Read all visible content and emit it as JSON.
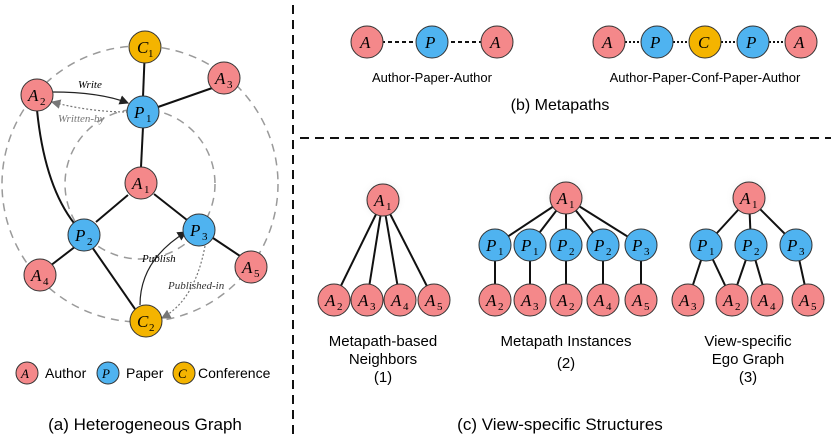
{
  "colors": {
    "author": "#f4888a",
    "paper": "#4fb3f0",
    "conference": "#f4b400",
    "stroke": "#333333",
    "dashed": "#999999"
  },
  "node_types": {
    "author": {
      "letter": "A"
    },
    "paper": {
      "letter": "P"
    },
    "conference": {
      "letter": "C"
    }
  },
  "hetero_graph": {
    "edge_write": "Write",
    "edge_written_by": "Written-by",
    "edge_publish": "Publish",
    "edge_published_in": "Published-in"
  },
  "legend": {
    "author": "Author",
    "paper": "Paper",
    "conference": "Conference"
  },
  "metapaths": {
    "apa": "Author-Paper-Author",
    "apcpa": "Author-Paper-Conf-Paper-Author"
  },
  "structures": {
    "neighbors_line1": "Metapath-based",
    "neighbors_line2": "Neighbors",
    "neighbors_num": "(1)",
    "instances": "Metapath Instances",
    "instances_num": "(2)",
    "ego_line1": "View-specific",
    "ego_line2": "Ego Graph",
    "ego_num": "(3)"
  },
  "captions": {
    "a": "(a) Heterogeneous Graph",
    "b": "(b) Metapaths",
    "c": "(c) View-specific Structures"
  }
}
